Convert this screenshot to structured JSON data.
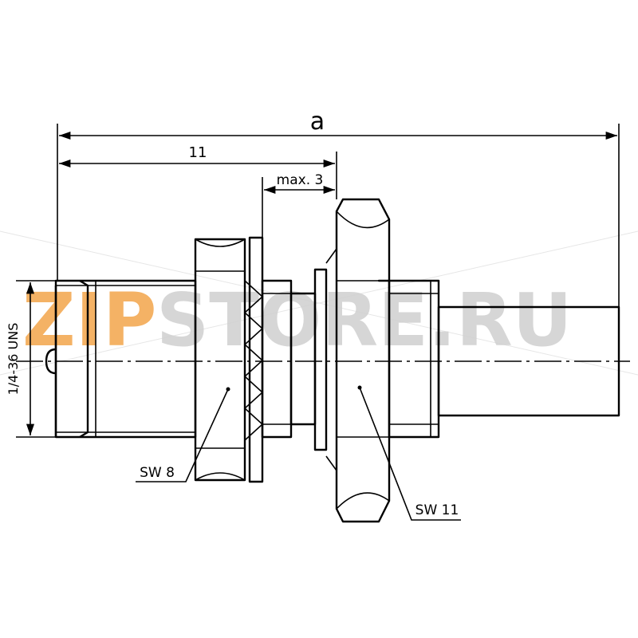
{
  "dimensions": {
    "overall": "a",
    "length": "11",
    "panel": "max. 3",
    "thread": "1/4-36 UNS",
    "nut_small": "SW 8",
    "nut_large": "SW 11"
  },
  "watermark": {
    "text_orange": "ZIP",
    "text_gray": "STORE.RU",
    "color_orange": "#f2a54a",
    "color_gray": "#d0d0d0"
  }
}
